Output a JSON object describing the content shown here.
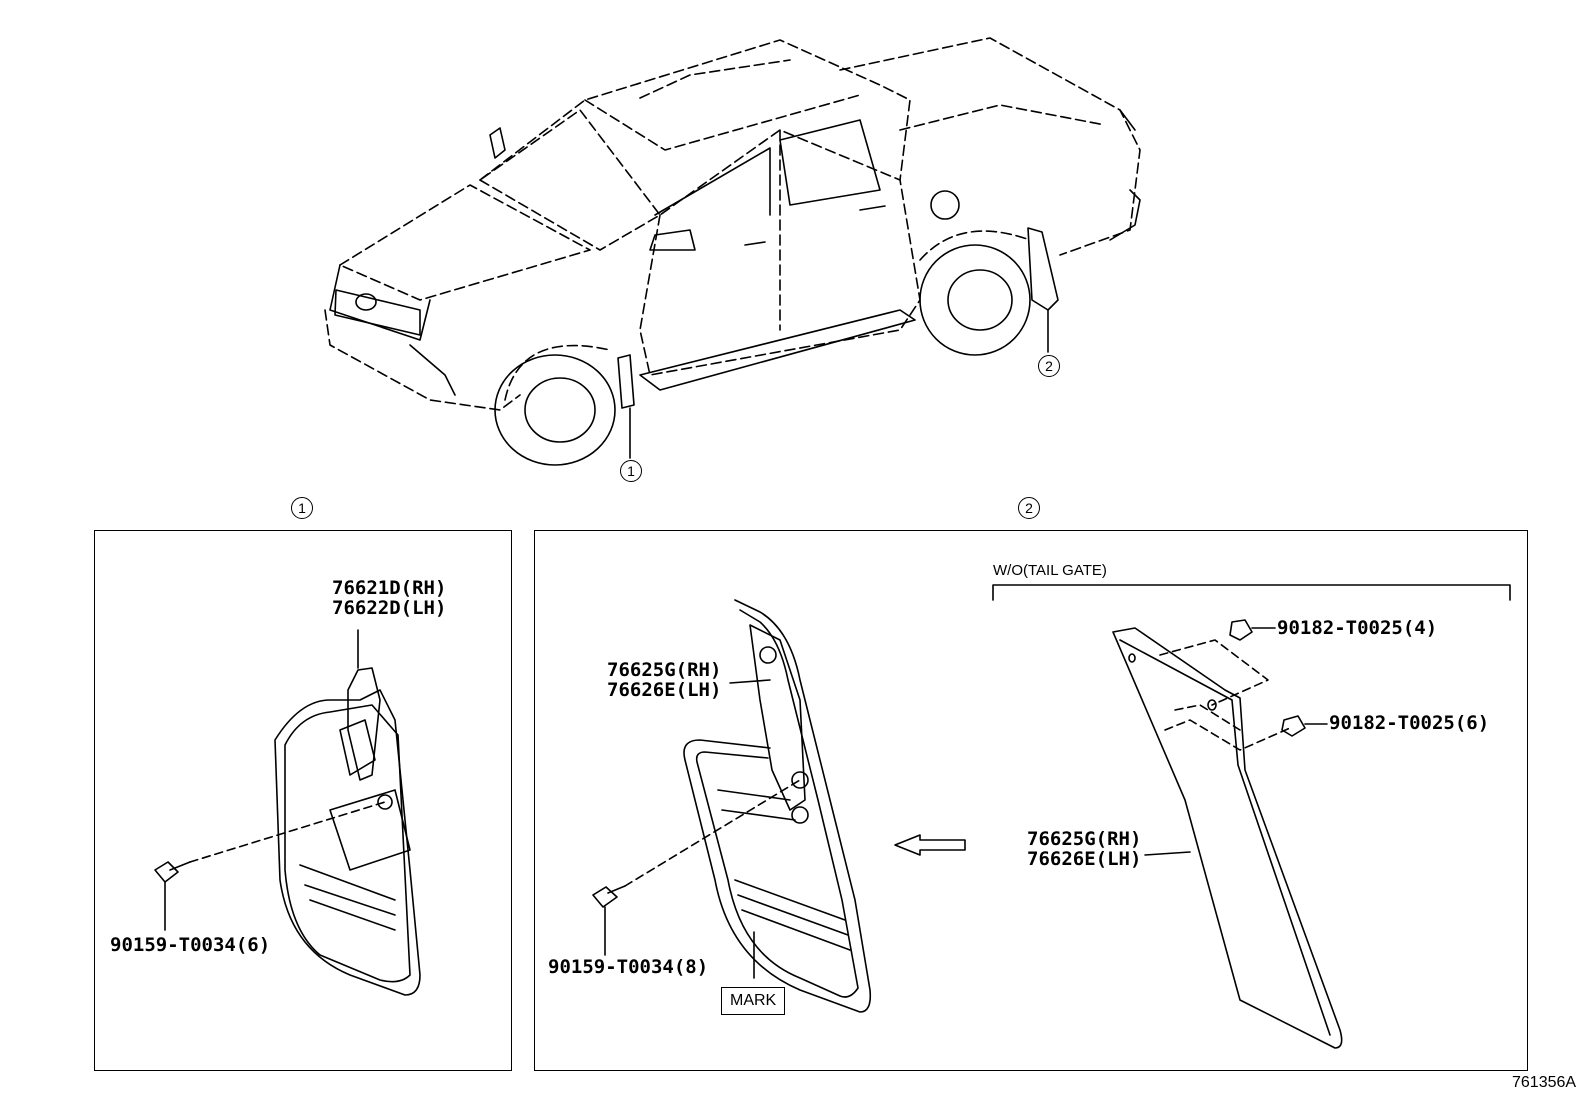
{
  "callouts": {
    "front": "1",
    "rear": "2"
  },
  "panel1": {
    "heading": "1",
    "part_rh": "76621D(RH)",
    "part_lh": "76622D(LH)",
    "screw": "90159-T0034(6)"
  },
  "panel2": {
    "heading": "2",
    "part_rh": "76625G(RH)",
    "part_lh": "76626E(LH)",
    "screw": "90159-T0034(8)",
    "mark": "MARK",
    "variant_label": "W/O(TAIL GATE)",
    "nut_top": "90182-T0025(4)",
    "nut_mid": "90182-T0025(6)",
    "flap_rh": "76625G(RH)",
    "flap_lh": "76626E(LH)"
  },
  "illustration_code": "761356A"
}
